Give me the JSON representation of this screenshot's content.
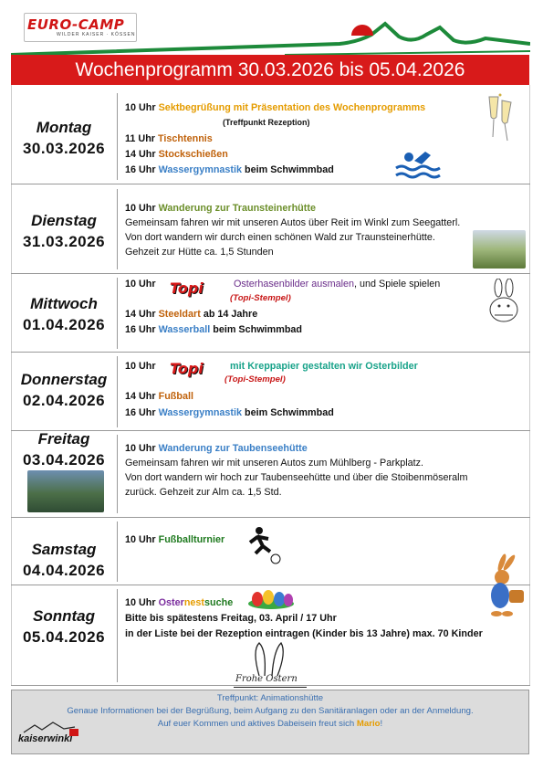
{
  "header": {
    "logo_text": "EURO-CAMP",
    "logo_sub": "WILDER KAISER · KÖSSEN",
    "title": "Wochenprogramm 30.03.2026 bis 05.04.2026"
  },
  "days": [
    {
      "day": "Montag",
      "date": "30.03.2026",
      "lines": {
        "l1_time": "10 Uhr",
        "l1_text": "Sektbegrüßung mit Präsentation des Wochenprogramms",
        "l1_note": "(Treffpunkt Rezeption)",
        "l2_time": "11 Uhr",
        "l2_text": "Tischtennis",
        "l3_time": "14 Uhr",
        "l3_text": "Stockschießen",
        "l4_time": "16 Uhr",
        "l4_text": "Wassergymnastik",
        "l4_rest": "beim Schwimmbad"
      }
    },
    {
      "day": "Dienstag",
      "date": "31.03.2026",
      "lines": {
        "l1_time": "10 Uhr",
        "l1_text": "Wanderung zur Traunsteinerhütte",
        "l2": "Gemeinsam fahren wir mit unseren Autos über Reit im Winkl zum Seegatterl.",
        "l3": "Von dort wandern wir durch einen schönen Wald zur Traunsteinerhütte.",
        "l4": "Gehzeit zur Hütte ca. 1,5 Stunden"
      }
    },
    {
      "day": "Mittwoch",
      "date": "01.04.2026",
      "lines": {
        "l1_time": "10 Uhr",
        "l1_text": "Osterhasenbilder ausmalen",
        "l1_rest": ", und Spiele spielen",
        "l1_note": "(Topi-Stempel)",
        "l2_time": "14 Uhr",
        "l2_text": "Steeldart",
        "l2_rest": "ab 14 Jahre",
        "l3_time": "16 Uhr",
        "l3_text": "Wasserball",
        "l3_rest": "beim Schwimmbad"
      }
    },
    {
      "day": "Donnerstag",
      "date": "02.04.2026",
      "lines": {
        "l1_time": "10 Uhr",
        "l1_text": "mit Kreppapier gestalten wir Osterbilder",
        "l1_note": "(Topi-Stempel)",
        "l2_time": "14 Uhr",
        "l2_text": "Fußball",
        "l3_time": "16 Uhr",
        "l3_text": "Wassergymnastik",
        "l3_rest": "beim Schwimmbad"
      }
    },
    {
      "day": "Freitag",
      "date": "03.04.2026",
      "lines": {
        "l1_time": "10 Uhr",
        "l1_text": "Wanderung zur Taubenseehütte",
        "l2": "Gemeinsam fahren wir mit unseren Autos zum Mühlberg - Parkplatz.",
        "l3": "Von dort wandern wir hoch zur Taubenseehütte und über die Stoibenmöseralm",
        "l4": "zurück. Gehzeit zur Alm ca. 1,5 Std."
      }
    },
    {
      "day": "Samstag",
      "date": "04.04.2026",
      "lines": {
        "l1_time": "10 Uhr",
        "l1_text": "Fußballturnier"
      }
    },
    {
      "day": "Sonntag",
      "date": "05.04.2026",
      "lines": {
        "l1_time": "10 Uhr",
        "l1_text_a": "Oster",
        "l1_text_b": "nest",
        "l1_text_c": "suche",
        "l2": "Bitte bis spätestens Freitag, 03. April / 17 Uhr",
        "l3": "in der Liste bei der Rezeption eintragen (Kinder bis 13 Jahre) max. 70 Kinder"
      }
    }
  ],
  "topi_label": "Topi",
  "frohe_ostern": "Frohe Ostern",
  "footer": {
    "line1": "Treffpunkt: Animationshütte",
    "line2": "Genaue Informationen bei der Begrüßung, beim Aufgang zu den Sanitäranlagen oder an der Anmeldung.",
    "line3_a": "Auf euer Kommen und aktives Dabeisein freut sich",
    "line3_b": "Mario",
    "line3_c": "!",
    "brand": "kaiserwinkl"
  },
  "colors": {
    "title_bar": "#d81a1a",
    "footer_bg": "#dcdcdc"
  }
}
